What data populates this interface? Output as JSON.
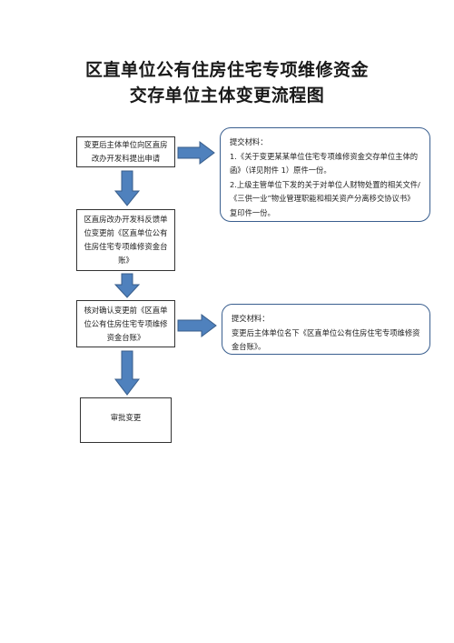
{
  "title": {
    "line1": "区直单位公有住房住宅专项维修资金",
    "line2": "交存单位主体变更流程图"
  },
  "steps": [
    {
      "text": "变更后主体单位向区直房改办开发科提出申请"
    },
    {
      "text": "区直房改办开发科反馈单位变更前《区直单位公有住房住宅专项维修资金台账》"
    },
    {
      "text": "核对确认变更前《区直单位公有住房住宅专项维修资金台账》"
    },
    {
      "text": "审批变更"
    }
  ],
  "notes": [
    {
      "heading": "提交材料：",
      "items": [
        "1.《关于变更某某单位住宅专项维修资金交存单位主体的函》（详见附件 1）原件一份。",
        "2.上级主管单位下发的关于对单位人财物处置的相关文件/《三供一业”物业管理职能和相关资产分离移交协议书》复印件一份。"
      ]
    },
    {
      "heading": "提交材料：",
      "items": [
        "变更后主体单位名下《区直单位公有住房住宅专项维修资金台账》。"
      ]
    }
  ],
  "colors": {
    "arrow_fill": "#4f81bd",
    "arrow_stroke": "#385d8a",
    "note_border": "#3a5f8f"
  }
}
